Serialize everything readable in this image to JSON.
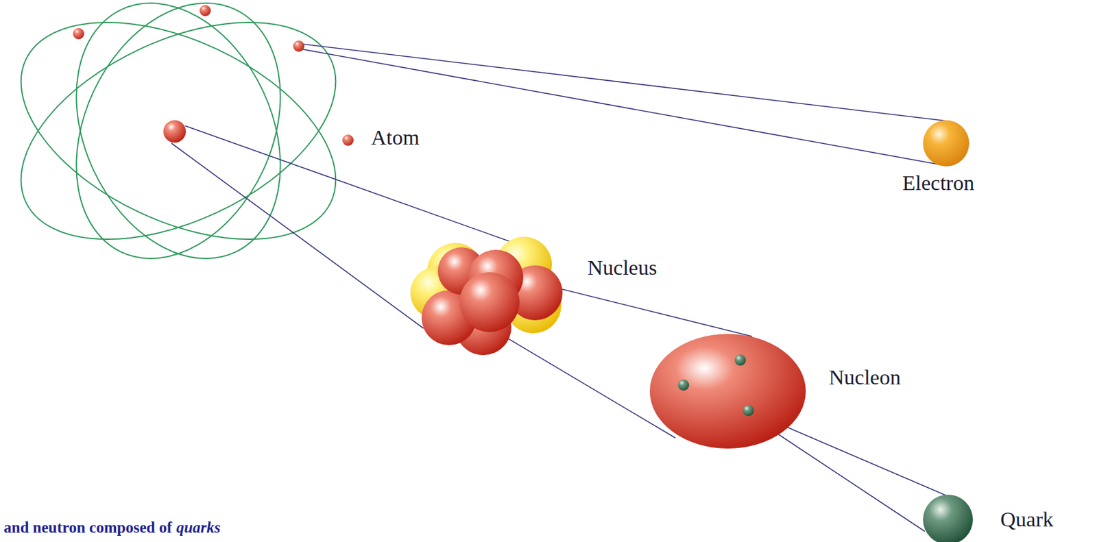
{
  "diagram": {
    "labels": [
      "Atom",
      "Electron",
      "Nucleus",
      "Nucleon",
      "Quark",
      "and neutron composed of",
      "quarks"
    ]
  }
}
